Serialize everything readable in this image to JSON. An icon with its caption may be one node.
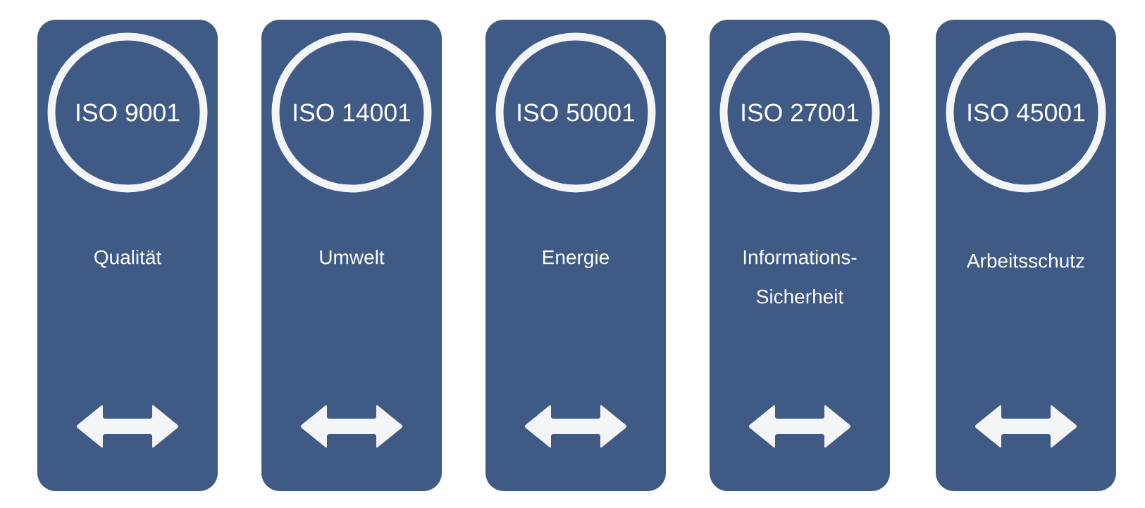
{
  "diagram": {
    "nodes": [
      {
        "text": [
          "Qualität"
        ]
      },
      {
        "text": [
          "ISO 9001"
        ],
        "in": 0
      },
      {
        "text": [
          "Umwelt"
        ]
      },
      {
        "text": [
          "ISO 14001"
        ],
        "in": 2
      },
      {
        "text": [
          "Energie"
        ]
      },
      {
        "text": [
          "ISO 50001"
        ],
        "in": 4
      },
      {
        "text": [
          "Informations- Sicherheit"
        ]
      },
      {
        "text": [
          "ISO 27001"
        ],
        "in": 6
      },
      {
        "text": [
          "Arbeitsschutz"
        ]
      },
      {
        "text": [
          "ISO 45001"
        ],
        "in": 8
      }
    ]
  }
}
